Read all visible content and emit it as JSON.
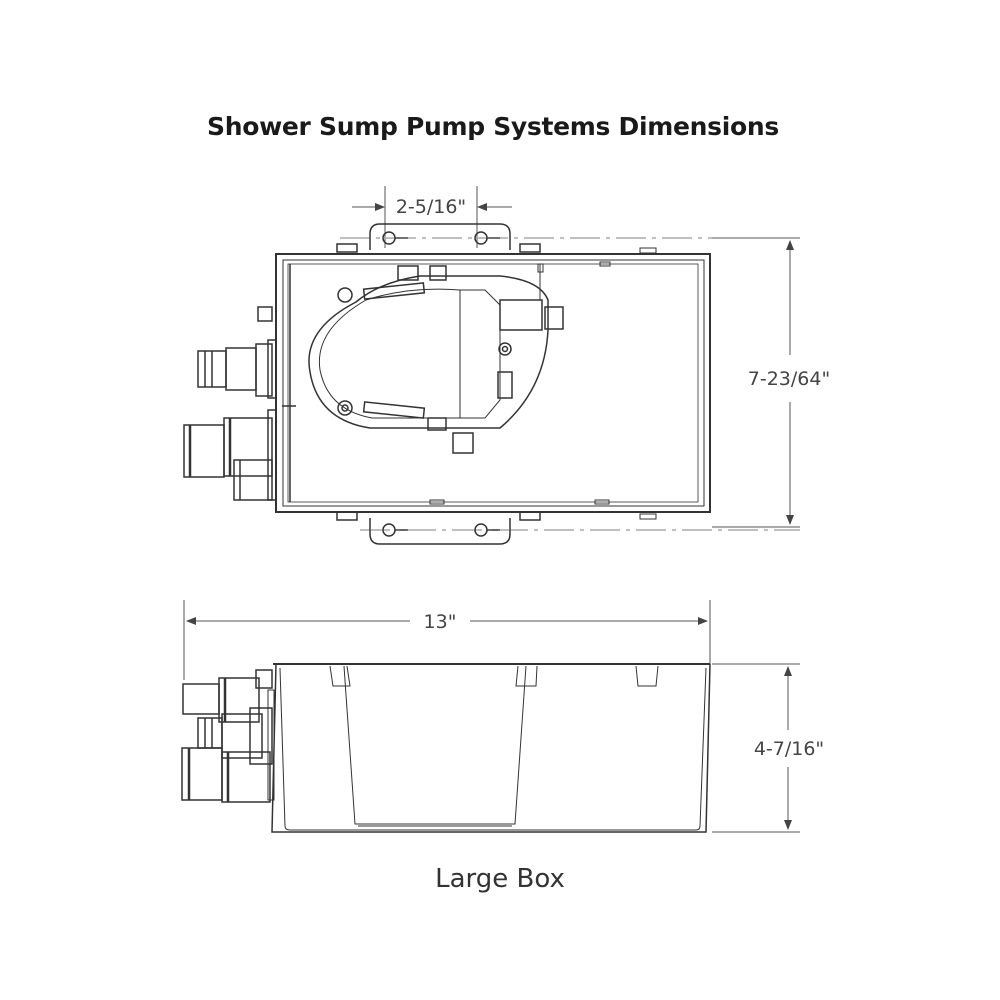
{
  "title": "Shower Sump Pump Systems Dimensions",
  "top_view": {
    "dimensions": {
      "mount_hole_spacing": "2-5/16\"",
      "width": "7-23/64\""
    }
  },
  "side_view": {
    "dimensions": {
      "length": "13\"",
      "height": "4-7/16\""
    }
  },
  "caption": "Large Box",
  "colors": {
    "line": "#333333",
    "dim_line": "#555555",
    "text": "#1a1a1a"
  }
}
